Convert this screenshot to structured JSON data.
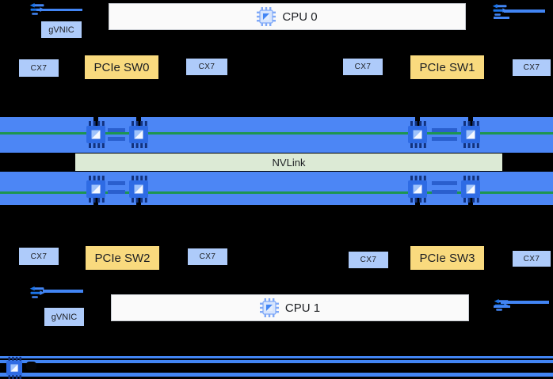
{
  "nodes": {
    "cpu0": "CPU 0",
    "cpu1": "CPU 1",
    "gvnic_top": "gVNIC",
    "gvnic_bottom": "gVNIC",
    "nvlink": "NVLink",
    "pcie_switches": [
      "PCIe SW0",
      "PCIe SW1",
      "PCIe SW2",
      "PCIe SW3"
    ],
    "nics_top": [
      "CX7",
      "CX7",
      "CX7",
      "CX7"
    ],
    "nics_bottom": [
      "CX7",
      "CX7",
      "CX7",
      "CX7"
    ]
  },
  "icons": {
    "cpu_chip": "cpu-chip-icon",
    "gpu_chip": "gpu-chip-icon",
    "network_link": "network-link-icon"
  },
  "colors": {
    "background": "#000000",
    "nic_fill": "#aecbfa",
    "pcie_switch_fill": "#f9da7e",
    "cpu_fill": "#fafafa",
    "gpu_bar_fill": "#4c86f5",
    "nvlink_fill": "#dcead5",
    "nvlink_green_line": "#1d9550",
    "gpu_pair_link": "#2a5fce",
    "link_blue": "#4285f4"
  }
}
